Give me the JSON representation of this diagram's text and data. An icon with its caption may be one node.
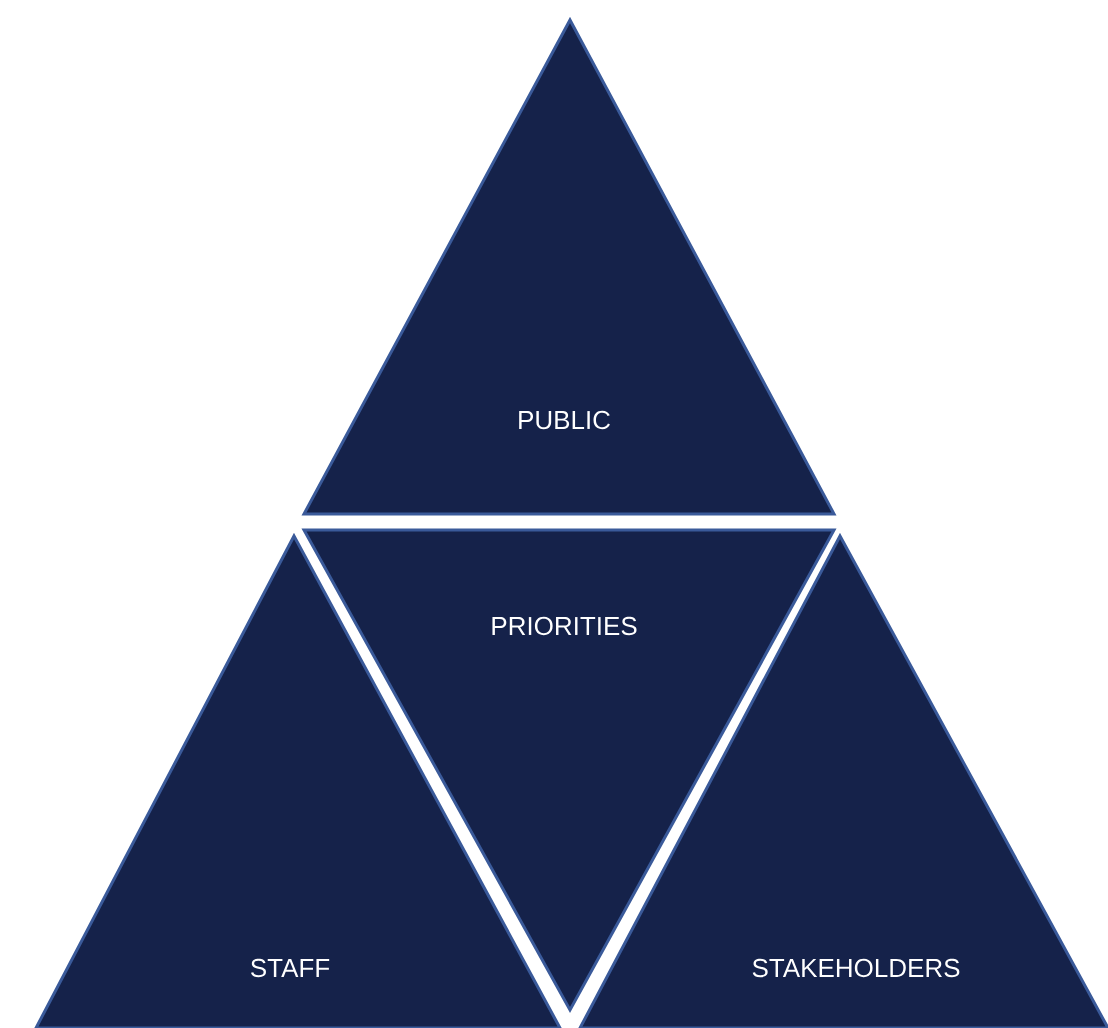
{
  "diagram": {
    "nodes": [
      {
        "text": [
          "PUBLIC"
        ]
      },
      {
        "text": [
          "PRIORITIES"
        ]
      },
      {
        "text": [
          "STAFF"
        ]
      },
      {
        "text": [
          "STAKEHOLDERS"
        ]
      }
    ]
  }
}
